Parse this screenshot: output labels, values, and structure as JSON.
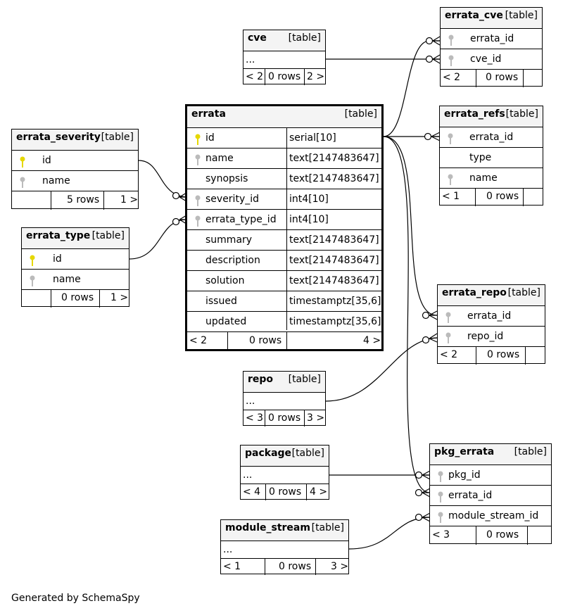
{
  "footer": "Generated by SchemaSpy",
  "type_label": "[table]",
  "ellipsis": "...",
  "tables": {
    "cve": {
      "name": "cve",
      "nav": {
        "left": "< 2",
        "rows": "0 rows",
        "right": "2 >"
      }
    },
    "errata_cve": {
      "name": "errata_cve",
      "columns": [
        "errata_id",
        "cve_id"
      ],
      "nav": {
        "left": "< 2",
        "rows": "0 rows",
        "right": ""
      }
    },
    "errata_refs": {
      "name": "errata_refs",
      "columns": [
        "errata_id",
        "type",
        "name"
      ],
      "nav": {
        "left": "< 1",
        "rows": "0 rows",
        "right": ""
      }
    },
    "errata_severity": {
      "name": "errata_severity",
      "columns": [
        "id",
        "name"
      ],
      "nav": {
        "left": "",
        "rows": "5 rows",
        "right": "1 >"
      }
    },
    "errata_type": {
      "name": "errata_type",
      "columns": [
        "id",
        "name"
      ],
      "nav": {
        "left": "",
        "rows": "0 rows",
        "right": "1 >"
      }
    },
    "errata": {
      "name": "errata",
      "columns": [
        {
          "name": "id",
          "type": "serial[10]"
        },
        {
          "name": "name",
          "type": "text[2147483647]"
        },
        {
          "name": "synopsis",
          "type": "text[2147483647]"
        },
        {
          "name": "severity_id",
          "type": "int4[10]"
        },
        {
          "name": "errata_type_id",
          "type": "int4[10]"
        },
        {
          "name": "summary",
          "type": "text[2147483647]"
        },
        {
          "name": "description",
          "type": "text[2147483647]"
        },
        {
          "name": "solution",
          "type": "text[2147483647]"
        },
        {
          "name": "issued",
          "type": "timestamptz[35,6]"
        },
        {
          "name": "updated",
          "type": "timestamptz[35,6]"
        }
      ],
      "nav": {
        "left": "< 2",
        "rows": "0 rows",
        "right": "4 >"
      }
    },
    "errata_repo": {
      "name": "errata_repo",
      "columns": [
        "errata_id",
        "repo_id"
      ],
      "nav": {
        "left": "< 2",
        "rows": "0 rows",
        "right": ""
      }
    },
    "repo": {
      "name": "repo",
      "nav": {
        "left": "< 3",
        "rows": "0 rows",
        "right": "3 >"
      }
    },
    "package": {
      "name": "package",
      "nav": {
        "left": "< 4",
        "rows": "0 rows",
        "right": "4 >"
      }
    },
    "pkg_errata": {
      "name": "pkg_errata",
      "columns": [
        "pkg_id",
        "errata_id",
        "module_stream_id"
      ],
      "nav": {
        "left": "< 3",
        "rows": "0 rows",
        "right": ""
      }
    },
    "module_stream": {
      "name": "module_stream",
      "nav": {
        "left": "< 1",
        "rows": "0 rows",
        "right": "3 >"
      }
    }
  }
}
